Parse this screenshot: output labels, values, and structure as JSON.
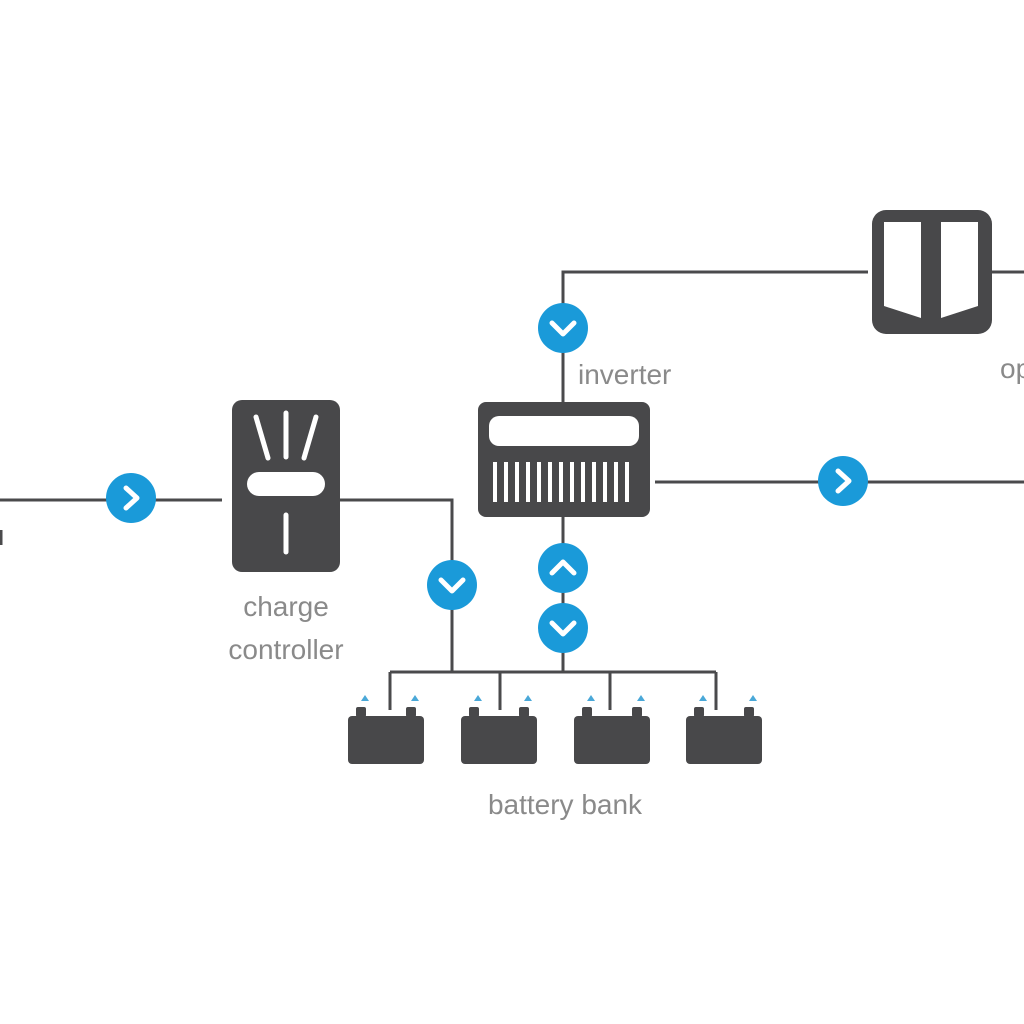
{
  "labels": {
    "inverter": "inverter",
    "charge_line1": "charge",
    "charge_line2": "controller",
    "battery_bank": "battery bank",
    "op_partial": "op"
  },
  "colors": {
    "device": "#48484a",
    "wire": "#4a4a4c",
    "arrow": "#1a9ad9",
    "terminal": "#4aa8d8",
    "label": "#8a8a8a"
  },
  "icons": [
    "charge-controller-icon",
    "inverter-icon",
    "meter-icon",
    "battery-icon",
    "flow-arrow-icon"
  ]
}
